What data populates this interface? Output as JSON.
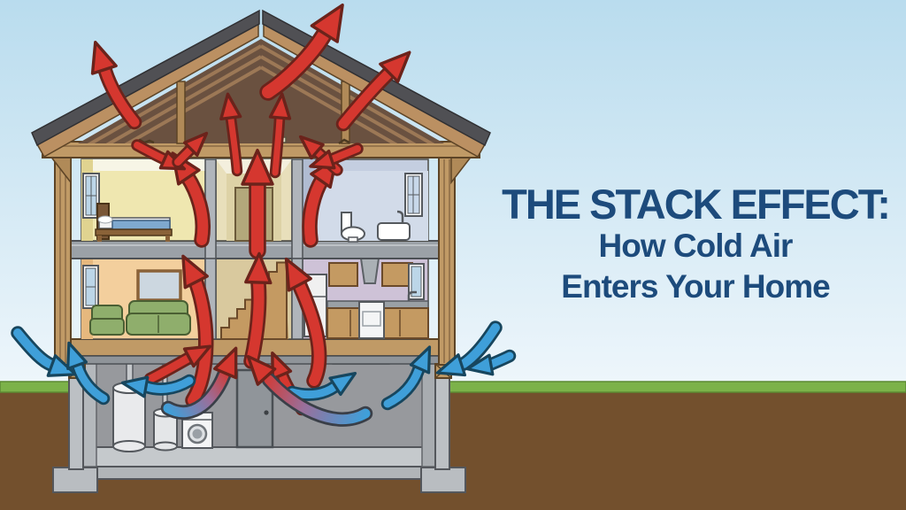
{
  "title": {
    "line1": "THE STACK EFFECT:",
    "line2": "How Cold Air",
    "line3": "Enters Your Home"
  },
  "colors": {
    "title_text": "#1d4b7c",
    "warm_air": "#d5372f",
    "warm_outline": "#6b231b",
    "cold_air": "#3f9fd9",
    "cold_outline": "#17465e",
    "sky_top": "#b9dcee",
    "sky_bottom": "#eef6fb",
    "grass": "#7cb249",
    "soil": "#73502d",
    "wood": "#c09a66",
    "roof_shingle": "#505054",
    "attic_interior": "#6a5140",
    "concrete": "#bcc0c4"
  },
  "legend": {
    "warm_air_arrow": {
      "color": "#d5372f",
      "meaning": "warm-air-rising-arrow",
      "count": 17
    },
    "cold_air_arrow": {
      "color": "#3f9fd9",
      "meaning": "cold-air-entering-arrow",
      "count": 7
    },
    "warming_air_arrow": {
      "colors": [
        "#3f9fd9",
        "#d5372f"
      ],
      "meaning": "cold-air-warming-arrow",
      "count": 2
    }
  },
  "scene": {
    "type": "cutaway-house-illustration",
    "levels": [
      "attic",
      "second-floor",
      "first-floor",
      "basement"
    ],
    "second_floor_rooms": [
      "bedroom",
      "hallway",
      "bathroom"
    ],
    "first_floor_rooms": [
      "living-room",
      "stairwell",
      "kitchen"
    ],
    "basement_objects": [
      "water-heater",
      "expansion-tank",
      "washing-machine",
      "basement-door"
    ]
  }
}
